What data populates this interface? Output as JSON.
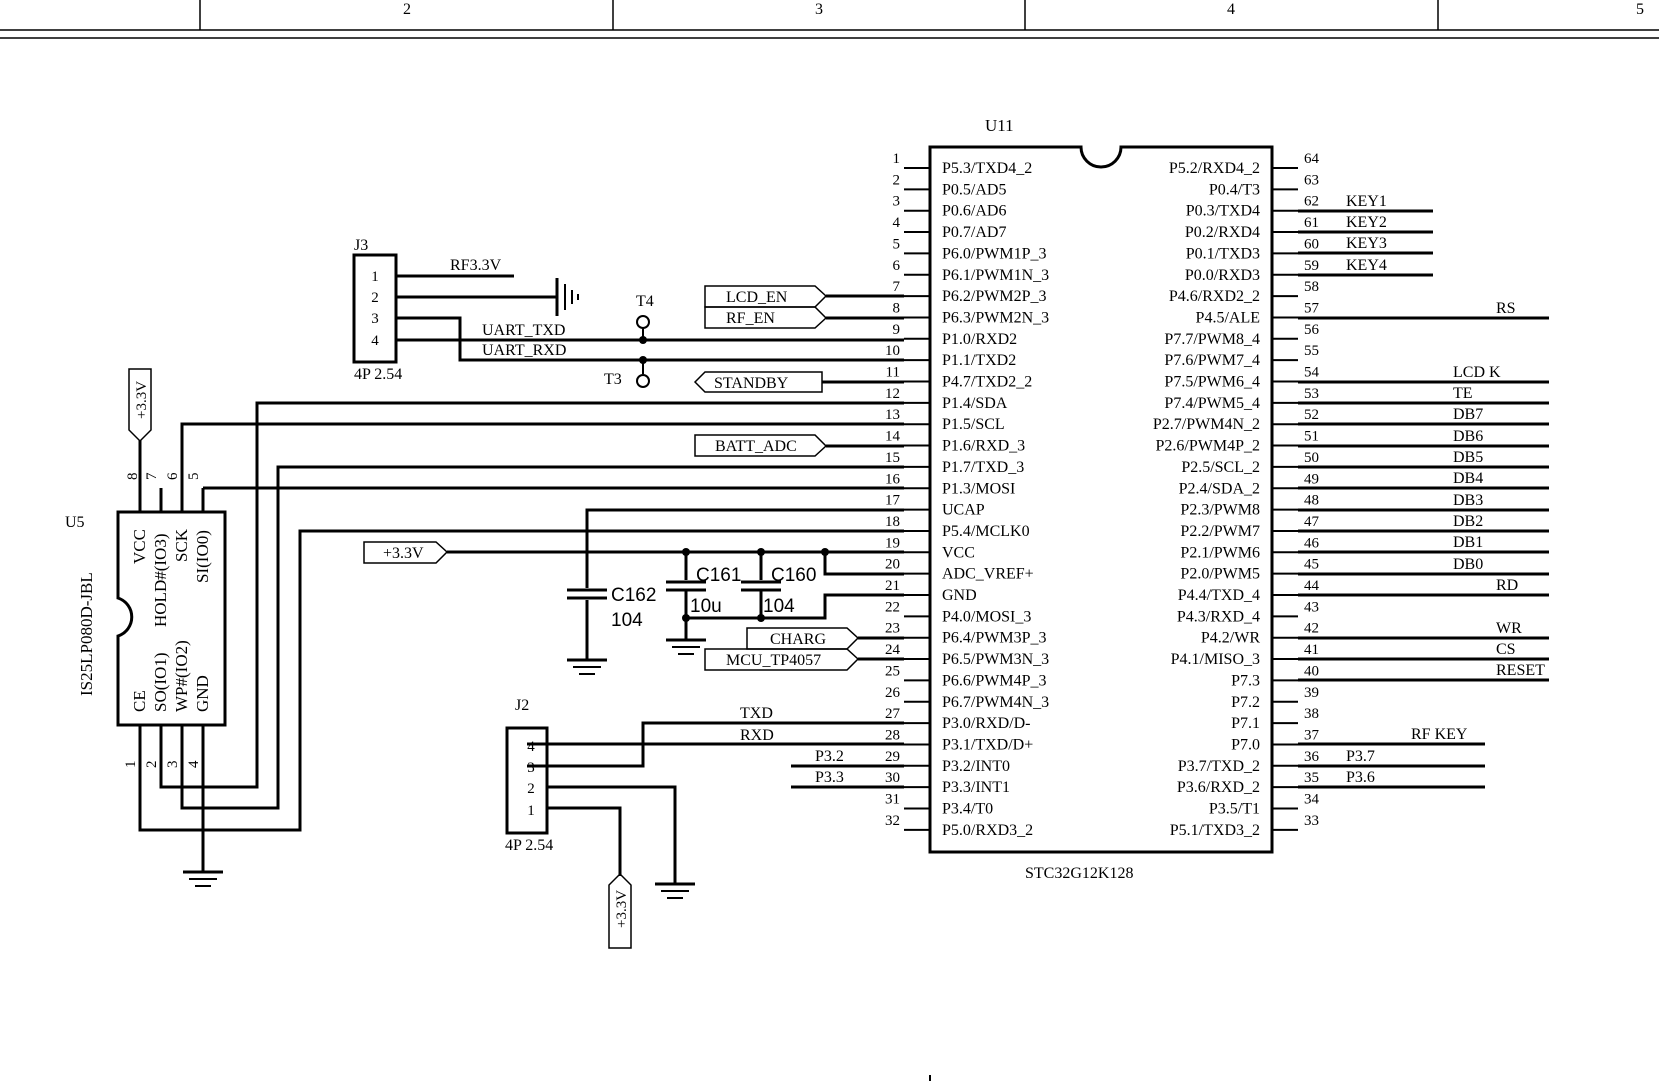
{
  "frame": {
    "zones": [
      "2",
      "3",
      "4",
      "5"
    ]
  },
  "u11": {
    "designator": "U11",
    "part": "STC32G12K128",
    "left_pins": [
      {
        "num": "1",
        "name": "P5.3/TXD4_2"
      },
      {
        "num": "2",
        "name": "P0.5/AD5"
      },
      {
        "num": "3",
        "name": "P0.6/AD6"
      },
      {
        "num": "4",
        "name": "P0.7/AD7"
      },
      {
        "num": "5",
        "name": "P6.0/PWM1P_3"
      },
      {
        "num": "6",
        "name": "P6.1/PWM1N_3"
      },
      {
        "num": "7",
        "name": "P6.2/PWM2P_3"
      },
      {
        "num": "8",
        "name": "P6.3/PWM2N_3"
      },
      {
        "num": "9",
        "name": "P1.0/RXD2"
      },
      {
        "num": "10",
        "name": "P1.1/TXD2"
      },
      {
        "num": "11",
        "name": "P4.7/TXD2_2"
      },
      {
        "num": "12",
        "name": "P1.4/SDA"
      },
      {
        "num": "13",
        "name": "P1.5/SCL"
      },
      {
        "num": "14",
        "name": "P1.6/RXD_3"
      },
      {
        "num": "15",
        "name": "P1.7/TXD_3"
      },
      {
        "num": "16",
        "name": "P1.3/MOSI"
      },
      {
        "num": "17",
        "name": "UCAP"
      },
      {
        "num": "18",
        "name": "P5.4/MCLK0"
      },
      {
        "num": "19",
        "name": "VCC"
      },
      {
        "num": "20",
        "name": "ADC_VREF+"
      },
      {
        "num": "21",
        "name": "GND"
      },
      {
        "num": "22",
        "name": "P4.0/MOSI_3"
      },
      {
        "num": "23",
        "name": "P6.4/PWM3P_3"
      },
      {
        "num": "24",
        "name": "P6.5/PWM3N_3"
      },
      {
        "num": "25",
        "name": "P6.6/PWM4P_3"
      },
      {
        "num": "26",
        "name": "P6.7/PWM4N_3"
      },
      {
        "num": "27",
        "name": "P3.0/RXD/D-"
      },
      {
        "num": "28",
        "name": "P3.1/TXD/D+"
      },
      {
        "num": "29",
        "name": "P3.2/INT0"
      },
      {
        "num": "30",
        "name": "P3.3/INT1"
      },
      {
        "num": "31",
        "name": "P3.4/T0"
      },
      {
        "num": "32",
        "name": "P5.0/RXD3_2"
      }
    ],
    "right_pins": [
      {
        "num": "64",
        "name": "P5.2/RXD4_2"
      },
      {
        "num": "63",
        "name": "P0.4/T3"
      },
      {
        "num": "62",
        "name": "P0.3/TXD4"
      },
      {
        "num": "61",
        "name": "P0.2/RXD4"
      },
      {
        "num": "60",
        "name": "P0.1/TXD3"
      },
      {
        "num": "59",
        "name": "P0.0/RXD3"
      },
      {
        "num": "58",
        "name": "P4.6/RXD2_2"
      },
      {
        "num": "57",
        "name": "P4.5/ALE"
      },
      {
        "num": "56",
        "name": "P7.7/PWM8_4"
      },
      {
        "num": "55",
        "name": "P7.6/PWM7_4"
      },
      {
        "num": "54",
        "name": "P7.5/PWM6_4"
      },
      {
        "num": "53",
        "name": "P7.4/PWM5_4"
      },
      {
        "num": "52",
        "name": "P2.7/PWM4N_2"
      },
      {
        "num": "51",
        "name": "P2.6/PWM4P_2"
      },
      {
        "num": "50",
        "name": "P2.5/SCL_2"
      },
      {
        "num": "49",
        "name": "P2.4/SDA_2"
      },
      {
        "num": "48",
        "name": "P2.3/PWM8"
      },
      {
        "num": "47",
        "name": "P2.2/PWM7"
      },
      {
        "num": "46",
        "name": "P2.1/PWM6"
      },
      {
        "num": "45",
        "name": "P2.0/PWM5"
      },
      {
        "num": "44",
        "name": "P4.4/TXD_4"
      },
      {
        "num": "43",
        "name": "P4.3/RXD_4"
      },
      {
        "num": "42",
        "name": "P4.2/WR"
      },
      {
        "num": "41",
        "name": "P4.1/MISO_3"
      },
      {
        "num": "40",
        "name": "P7.3"
      },
      {
        "num": "39",
        "name": "P7.2"
      },
      {
        "num": "38",
        "name": "P7.1"
      },
      {
        "num": "37",
        "name": "P7.0"
      },
      {
        "num": "36",
        "name": "P3.7/TXD_2"
      },
      {
        "num": "35",
        "name": "P3.6/RXD_2"
      },
      {
        "num": "34",
        "name": "P3.5/T1"
      },
      {
        "num": "33",
        "name": "P5.1/TXD3_2"
      }
    ]
  },
  "right_nets": {
    "key1": "KEY1",
    "key2": "KEY2",
    "key3": "KEY3",
    "key4": "KEY4",
    "rs": "RS",
    "lcdk": "LCD K",
    "te": "TE",
    "db7": "DB7",
    "db6": "DB6",
    "db5": "DB5",
    "db4": "DB4",
    "db3": "DB3",
    "db2": "DB2",
    "db1": "DB1",
    "db0": "DB0",
    "rd": "RD",
    "wr": "WR",
    "cs": "CS",
    "reset": "RESET",
    "rfkey": "RF KEY",
    "p37": "P3.7",
    "p36": "P3.6"
  },
  "left_nets": {
    "lcd_en": "LCD_EN",
    "rf_en": "RF_EN",
    "standby": "STANDBY",
    "batt_adc": "BATT_ADC",
    "vcc": "+3.3V",
    "charg": "CHARG",
    "mcu_tp4057": "MCU_TP4057",
    "txd": "TXD",
    "rxd": "RXD",
    "p32": "P3.2",
    "p33": "P3.3",
    "uart_txd": "UART_TXD",
    "uart_rxd": "UART_RXD",
    "rf33": "RF3.3V"
  },
  "test_points": {
    "t4": "T4",
    "t3": "T3"
  },
  "caps": {
    "c162": {
      "ref": "C162",
      "value": "104"
    },
    "c161": {
      "ref": "C161",
      "value": "10u"
    },
    "c160": {
      "ref": "C160",
      "value": "104"
    }
  },
  "j3": {
    "ref": "J3",
    "footprint": "4P 2.54",
    "pins": [
      "1",
      "2",
      "3",
      "4"
    ]
  },
  "j2": {
    "ref": "J2",
    "footprint": "4P 2.54",
    "pins": [
      "4",
      "3",
      "2",
      "1"
    ]
  },
  "u5": {
    "ref": "U5",
    "part": "IS25LP080D-JBL",
    "top_pins": [
      "8",
      "7",
      "6",
      "5"
    ],
    "top_names": [
      "VCC",
      "HOLD#(IO3)",
      "SCK",
      "SI(IO0)"
    ],
    "bottom_pins": [
      "1",
      "2",
      "3",
      "4"
    ],
    "bottom_names": [
      "CE",
      "SO(IO1)",
      "WP#(IO2)",
      "GND"
    ]
  },
  "power": {
    "u5_vcc": "+3.3V",
    "j2_vcc": "+3.3V"
  }
}
